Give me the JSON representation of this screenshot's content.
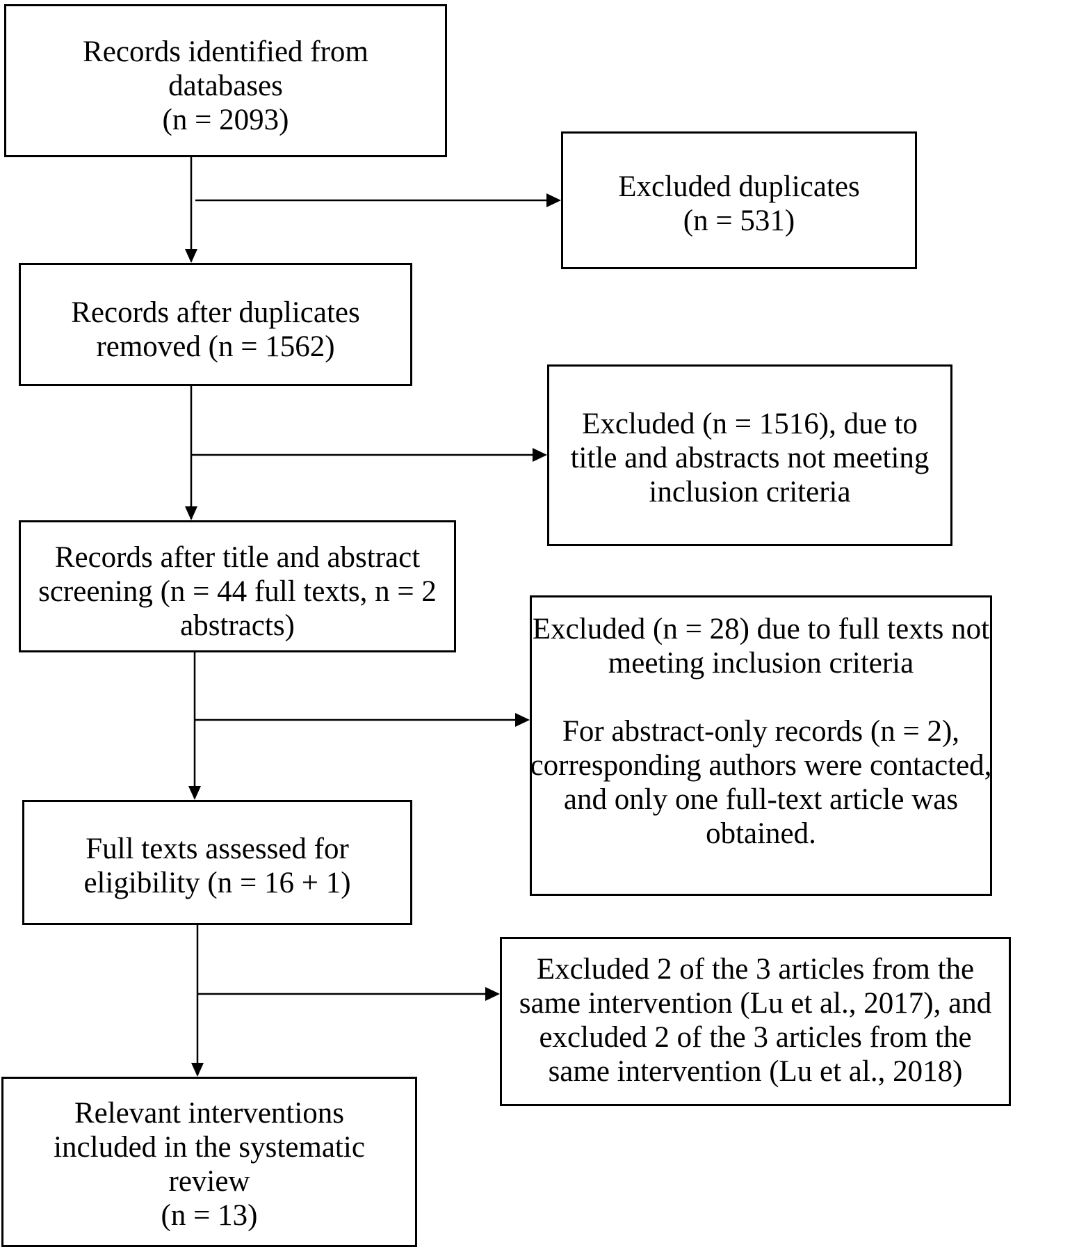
{
  "boxes": {
    "identified": {
      "lines": [
        "Records identified from",
        "databases",
        "(n = 2093)"
      ]
    },
    "excluded_duplicates": {
      "lines": [
        "Excluded duplicates",
        "(n = 531)"
      ]
    },
    "after_duplicates": {
      "lines": [
        "Records after duplicates",
        "removed (n = 1562)"
      ]
    },
    "excluded_title_abstract": {
      "lines": [
        "Excluded (n = 1516), due to",
        "title and abstracts not meeting",
        "inclusion criteria"
      ]
    },
    "after_screening": {
      "lines": [
        "Records after title and abstract",
        "screening (n = 44 full texts, n = 2",
        "abstracts)"
      ]
    },
    "excluded_full_text": {
      "lines": [
        "Excluded (n = 28) due to full texts not",
        "meeting inclusion criteria"
      ],
      "lines2": [
        "For abstract-only records (n = 2),",
        "corresponding authors were contacted,",
        "and only one full-text article was",
        "obtained."
      ]
    },
    "full_texts_assessed": {
      "lines": [
        "Full texts assessed for",
        "eligibility (n = 16 + 1)"
      ]
    },
    "excluded_same_intervention": {
      "lines": [
        "Excluded 2 of the 3 articles from the",
        "same intervention (Lu et al., 2017), and",
        "excluded 2 of the 3 articles from the",
        "same intervention (Lu et al., 2018)"
      ]
    },
    "included": {
      "lines": [
        "Relevant interventions",
        "included in the systematic",
        "review",
        "(n = 13)"
      ]
    }
  }
}
